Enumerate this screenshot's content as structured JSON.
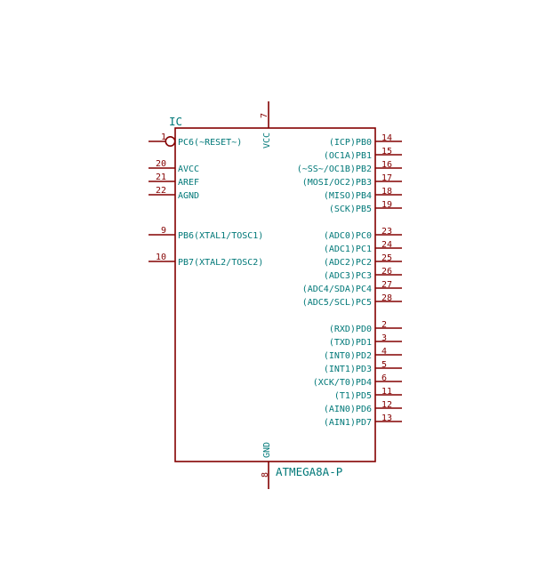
{
  "component": {
    "reference": "IC",
    "value": "ATMEGA8A-P",
    "colors": {
      "body": "#840000",
      "label": "#007878",
      "pin_number": "#840000"
    }
  },
  "pins": {
    "left": [
      {
        "number": "1",
        "name": "PC6(~RESET~)",
        "inverted": true
      },
      {
        "number": "20",
        "name": "AVCC"
      },
      {
        "number": "21",
        "name": "AREF"
      },
      {
        "number": "22",
        "name": "AGND"
      },
      {
        "number": "9",
        "name": "PB6(XTAL1/TOSC1)"
      },
      {
        "number": "10",
        "name": "PB7(XTAL2/TOSC2)"
      }
    ],
    "right": [
      {
        "number": "14",
        "name": "(ICP)PB0"
      },
      {
        "number": "15",
        "name": "(OC1A)PB1"
      },
      {
        "number": "16",
        "name": "(~SS~/OC1B)PB2"
      },
      {
        "number": "17",
        "name": "(MOSI/OC2)PB3"
      },
      {
        "number": "18",
        "name": "(MISO)PB4"
      },
      {
        "number": "19",
        "name": "(SCK)PB5"
      },
      {
        "number": "23",
        "name": "(ADC0)PC0"
      },
      {
        "number": "24",
        "name": "(ADC1)PC1"
      },
      {
        "number": "25",
        "name": "(ADC2)PC2"
      },
      {
        "number": "26",
        "name": "(ADC3)PC3"
      },
      {
        "number": "27",
        "name": "(ADC4/SDA)PC4"
      },
      {
        "number": "28",
        "name": "(ADC5/SCL)PC5"
      },
      {
        "number": "2",
        "name": "(RXD)PD0"
      },
      {
        "number": "3",
        "name": "(TXD)PD1"
      },
      {
        "number": "4",
        "name": "(INT0)PD2"
      },
      {
        "number": "5",
        "name": "(INT1)PD3"
      },
      {
        "number": "6",
        "name": "(XCK/T0)PD4"
      },
      {
        "number": "11",
        "name": "(T1)PD5"
      },
      {
        "number": "12",
        "name": "(AIN0)PD6"
      },
      {
        "number": "13",
        "name": "(AIN1)PD7"
      }
    ],
    "top": [
      {
        "number": "7",
        "name": "VCC"
      }
    ],
    "bottom": [
      {
        "number": "8",
        "name": "GND"
      }
    ]
  }
}
